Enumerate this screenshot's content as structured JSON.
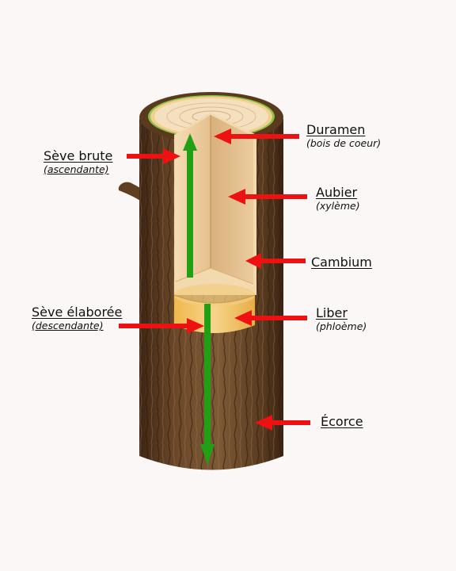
{
  "labels": {
    "duramen": {
      "title": "Duramen",
      "subtitle": "(bois de coeur)"
    },
    "aubier": {
      "title": "Aubier",
      "subtitle": "(xylème)"
    },
    "cambium": {
      "title": "Cambium"
    },
    "liber": {
      "title": "Liber",
      "subtitle": "(phloème)"
    },
    "ecorce": {
      "title": "Écorce"
    },
    "seve_brute": {
      "title": "Sève brute",
      "subtitle": "(ascendante)"
    },
    "seve_elaboree": {
      "title": "Sève élaborée",
      "subtitle": "(descendante)"
    }
  },
  "colors": {
    "pointer_arrow": "#ee1111",
    "sap_arrow": "#22a015",
    "bark": "#6e4a2b",
    "heartwood": "#e9c89b",
    "sapwood": "#f0d6a6",
    "phloem": "#f3c46a",
    "cambium": "#8bc34a"
  }
}
